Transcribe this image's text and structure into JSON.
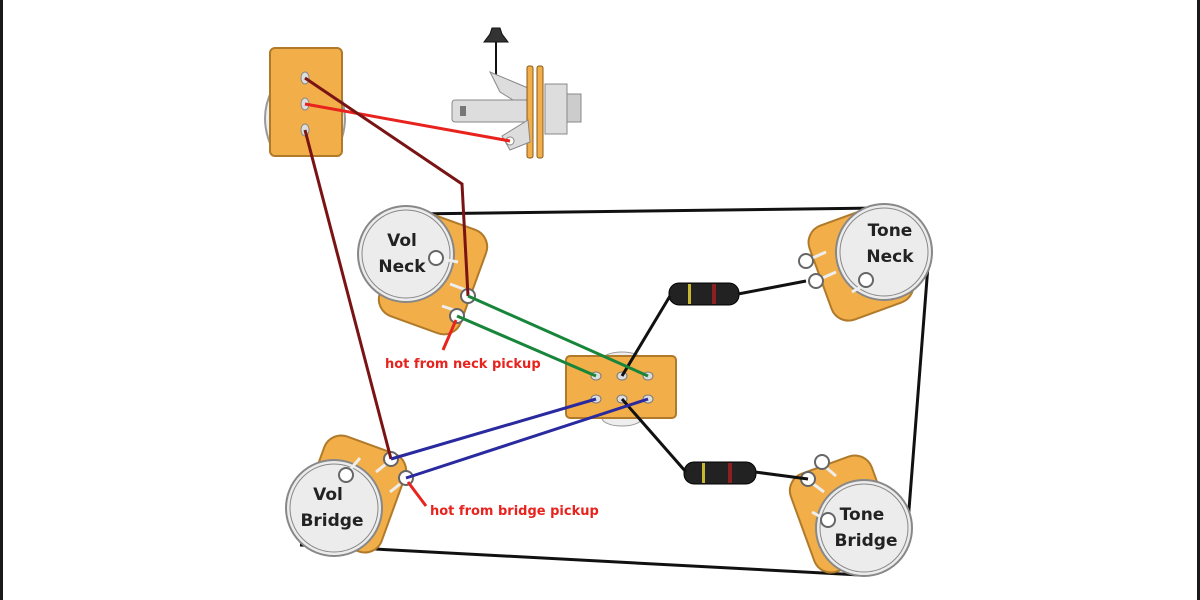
{
  "diagram": {
    "title": "Guitar wiring diagram",
    "colors": {
      "pot_body": "#f2ae48",
      "pot_outline": "#b07a2a",
      "pot_face": "#ececec",
      "wire_black": "#111111",
      "wire_dark_red": "#7a1414",
      "wire_red": "#e8231e",
      "wire_green": "#17853a",
      "wire_blue": "#2a2aa0",
      "annotation": "#e8231e"
    },
    "components": {
      "vol_neck": {
        "line1": "Vol",
        "line2": "Neck"
      },
      "tone_neck": {
        "line1": "Tone",
        "line2": "Neck"
      },
      "vol_bridge": {
        "line1": "Vol",
        "line2": "Bridge"
      },
      "tone_bridge": {
        "line1": "Tone",
        "line2": "Bridge"
      },
      "toggle_switch": {
        "name": "pickup selector switch"
      },
      "switch_small": {
        "name": "switch"
      },
      "output_jack": {
        "name": "output jack"
      },
      "capacitor_neck": {
        "bands": [
          "yellow",
          "black",
          "black",
          "red"
        ]
      },
      "capacitor_bridge": {
        "bands": [
          "yellow",
          "black",
          "black",
          "red"
        ]
      }
    },
    "annotations": {
      "neck_hot": "hot from neck pickup",
      "bridge_hot": "hot from bridge pickup"
    }
  }
}
